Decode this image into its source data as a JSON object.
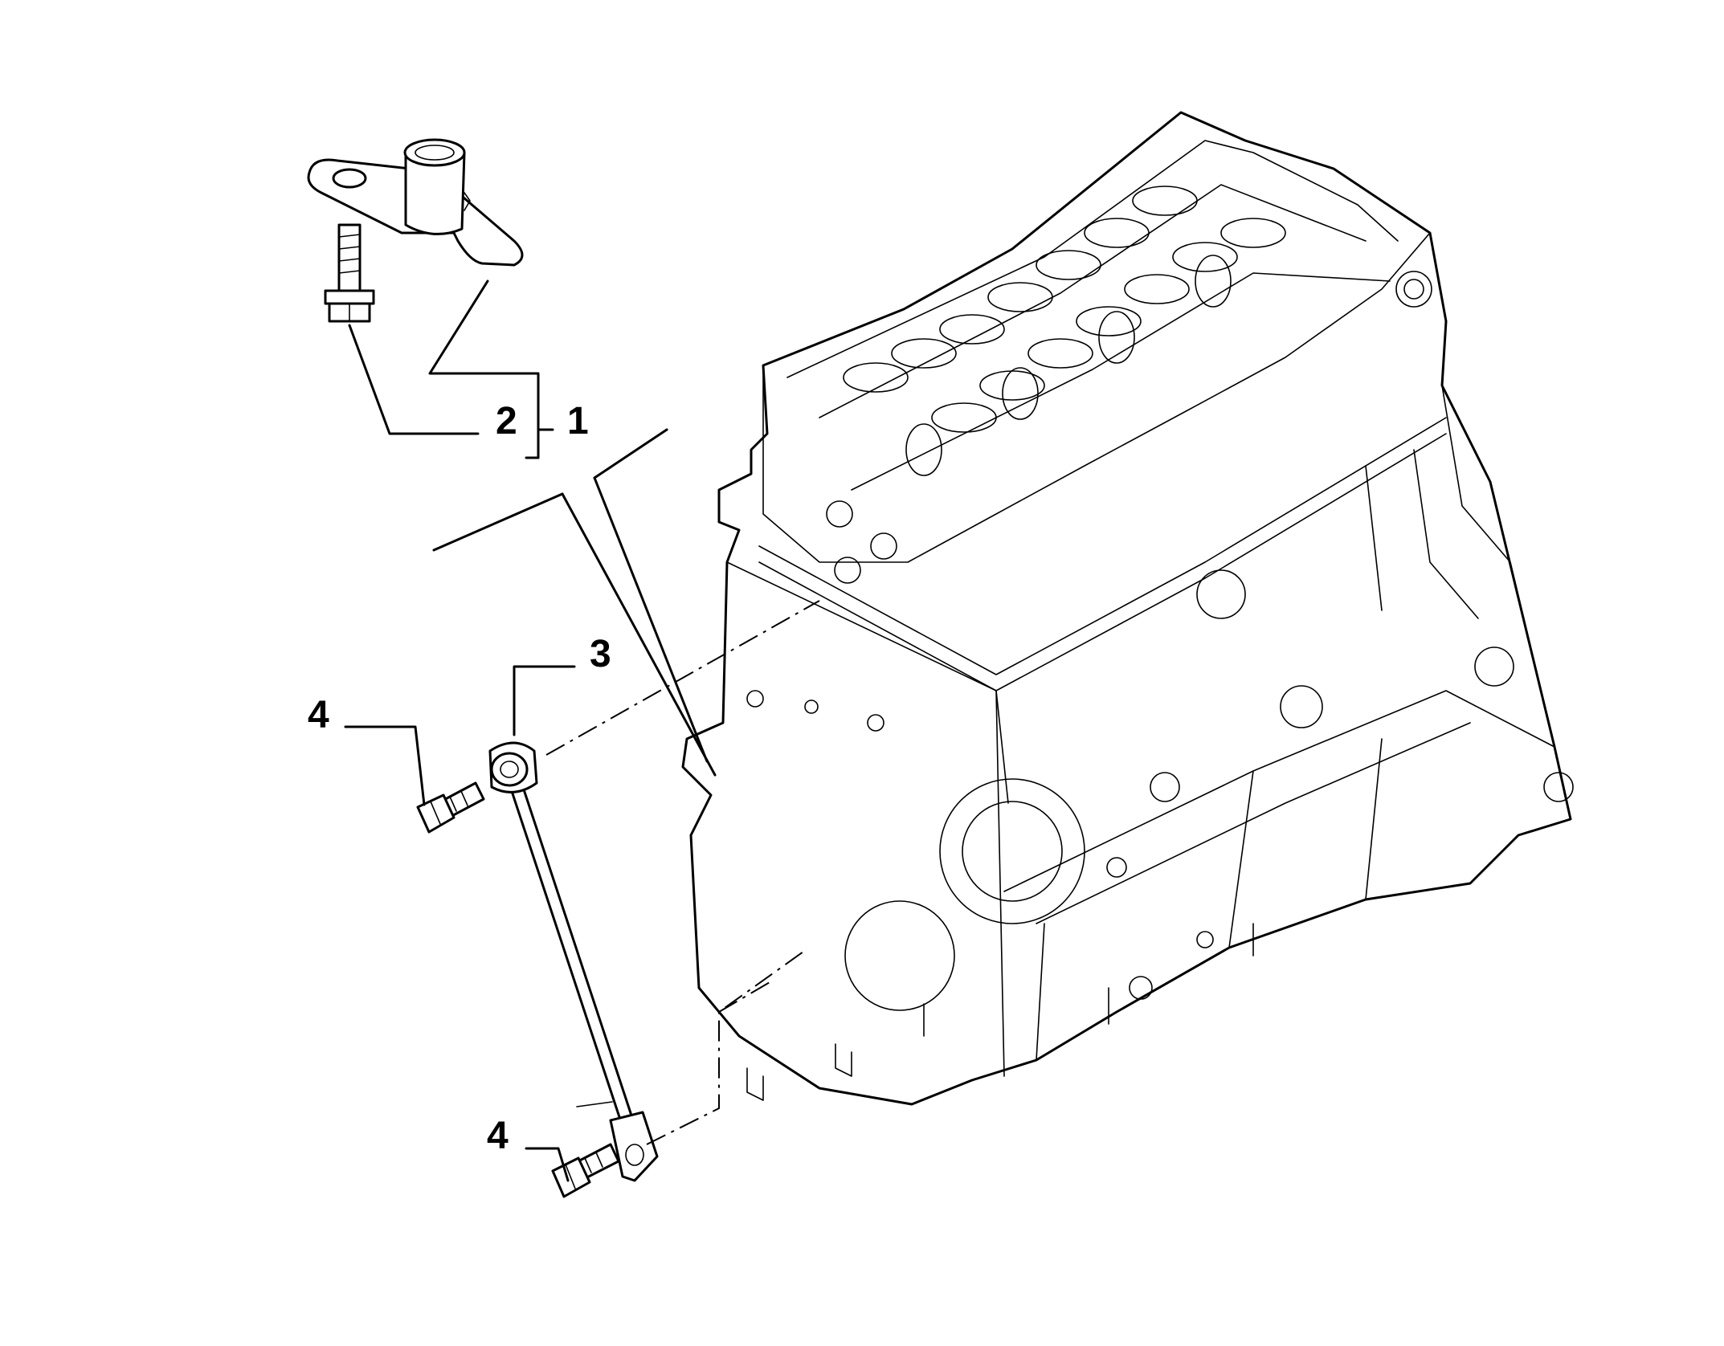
{
  "diagram": {
    "callouts": [
      {
        "id": "c1",
        "label": "1"
      },
      {
        "id": "c2",
        "label": "2"
      },
      {
        "id": "c3",
        "label": "3"
      },
      {
        "id": "c4a",
        "label": "4"
      },
      {
        "id": "c4b",
        "label": "4"
      }
    ],
    "colors": {
      "line": "#000000",
      "background": "#ffffff"
    }
  }
}
